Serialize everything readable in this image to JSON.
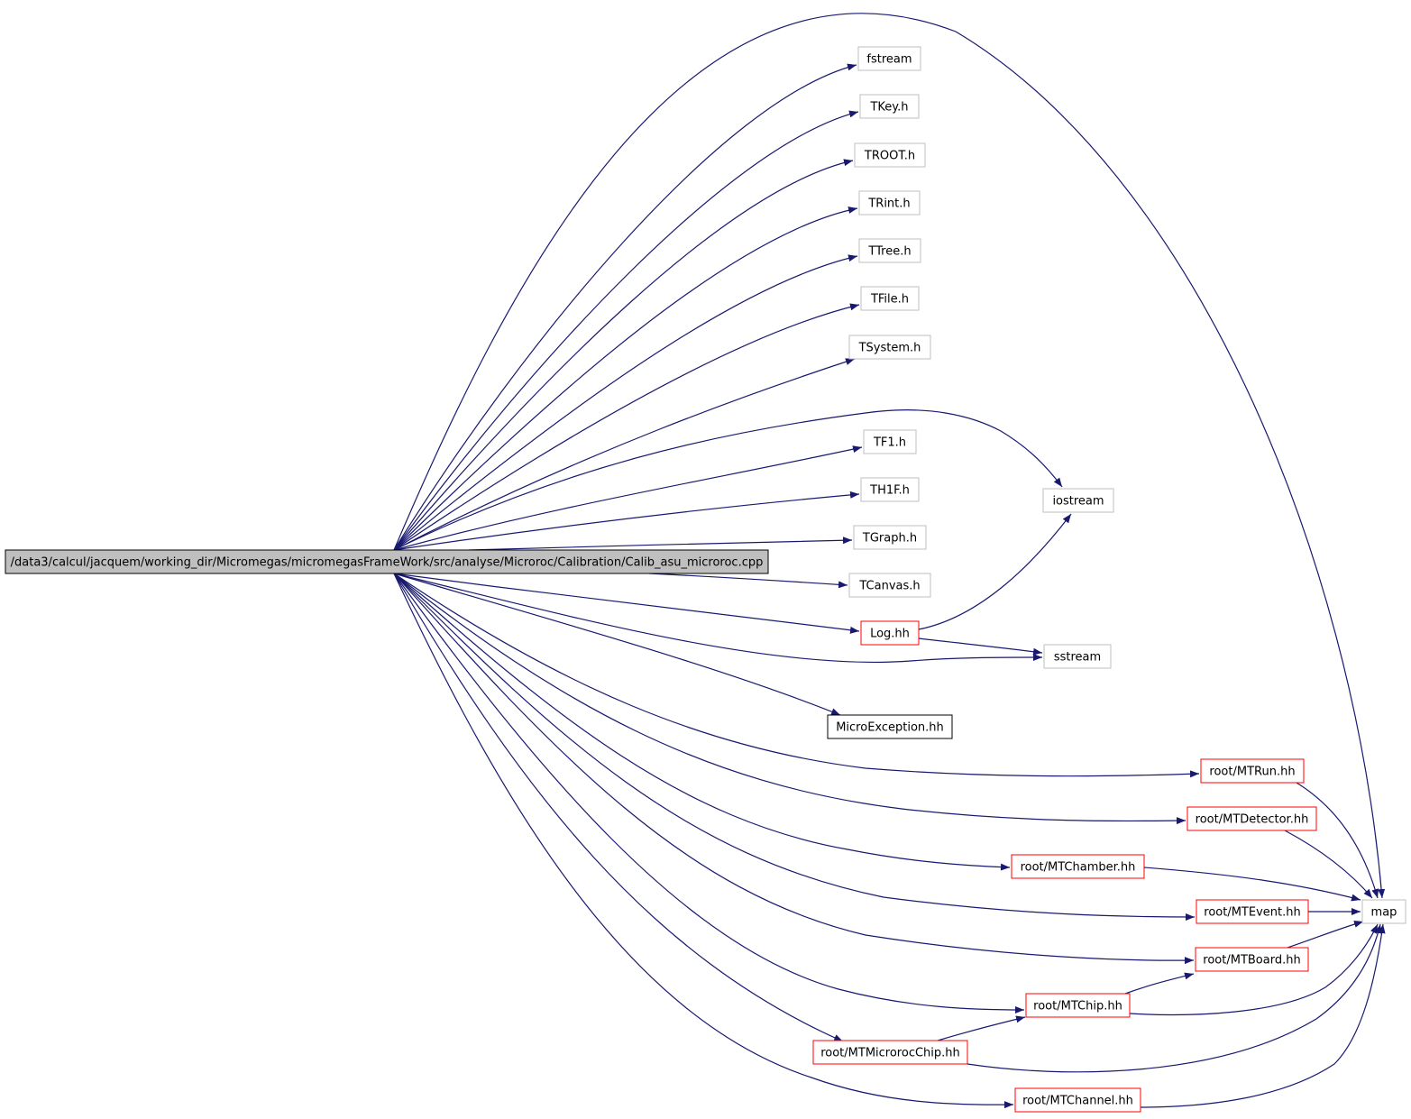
{
  "colors": {
    "edge": "#191970",
    "root_fill": "#bfbfbf",
    "root_border": "#000000",
    "external_border": "#bfbfbf",
    "has_deps_border": "#ff0000",
    "documented_border": "#000000"
  },
  "nodes": [
    {
      "id": "root",
      "label": "/data3/calcul/jacquem/working_dir/Micromegas/micromegasFrameWork/src/analyse/Microroc/Calibration/Calib_asu_microroc.cpp",
      "kind": "root"
    },
    {
      "id": "fstream",
      "label": "fstream",
      "kind": "external"
    },
    {
      "id": "tkey",
      "label": "TKey.h",
      "kind": "external"
    },
    {
      "id": "troot",
      "label": "TROOT.h",
      "kind": "external"
    },
    {
      "id": "trint",
      "label": "TRint.h",
      "kind": "external"
    },
    {
      "id": "ttree",
      "label": "TTree.h",
      "kind": "external"
    },
    {
      "id": "tfile",
      "label": "TFile.h",
      "kind": "external"
    },
    {
      "id": "tsystem",
      "label": "TSystem.h",
      "kind": "external"
    },
    {
      "id": "tf1",
      "label": "TF1.h",
      "kind": "external"
    },
    {
      "id": "th1f",
      "label": "TH1F.h",
      "kind": "external"
    },
    {
      "id": "tgraph",
      "label": "TGraph.h",
      "kind": "external"
    },
    {
      "id": "tcanvas",
      "label": "TCanvas.h",
      "kind": "external"
    },
    {
      "id": "log",
      "label": "Log.hh",
      "kind": "has_deps"
    },
    {
      "id": "microexc",
      "label": "MicroException.hh",
      "kind": "documented"
    },
    {
      "id": "iostream",
      "label": "iostream",
      "kind": "external"
    },
    {
      "id": "sstream",
      "label": "sstream",
      "kind": "external"
    },
    {
      "id": "mtrun",
      "label": "root/MTRun.hh",
      "kind": "has_deps"
    },
    {
      "id": "mtdetector",
      "label": "root/MTDetector.hh",
      "kind": "has_deps"
    },
    {
      "id": "mtchamber",
      "label": "root/MTChamber.hh",
      "kind": "has_deps"
    },
    {
      "id": "mtevent",
      "label": "root/MTEvent.hh",
      "kind": "has_deps"
    },
    {
      "id": "mtboard",
      "label": "root/MTBoard.hh",
      "kind": "has_deps"
    },
    {
      "id": "mtchip",
      "label": "root/MTChip.hh",
      "kind": "has_deps"
    },
    {
      "id": "mtmicroroc",
      "label": "root/MTMicrorocChip.hh",
      "kind": "has_deps"
    },
    {
      "id": "mtchannel",
      "label": "root/MTChannel.hh",
      "kind": "has_deps"
    },
    {
      "id": "map",
      "label": "map",
      "kind": "external"
    }
  ],
  "edges": [
    [
      "root",
      "map"
    ],
    [
      "root",
      "fstream"
    ],
    [
      "root",
      "tkey"
    ],
    [
      "root",
      "troot"
    ],
    [
      "root",
      "trint"
    ],
    [
      "root",
      "ttree"
    ],
    [
      "root",
      "tfile"
    ],
    [
      "root",
      "tsystem"
    ],
    [
      "root",
      "iostream"
    ],
    [
      "root",
      "tf1"
    ],
    [
      "root",
      "th1f"
    ],
    [
      "root",
      "tgraph"
    ],
    [
      "root",
      "tcanvas"
    ],
    [
      "root",
      "log"
    ],
    [
      "root",
      "sstream"
    ],
    [
      "root",
      "microexc"
    ],
    [
      "root",
      "mtrun"
    ],
    [
      "root",
      "mtdetector"
    ],
    [
      "root",
      "mtchamber"
    ],
    [
      "root",
      "mtevent"
    ],
    [
      "root",
      "mtboard"
    ],
    [
      "root",
      "mtchip"
    ],
    [
      "root",
      "mtmicroroc"
    ],
    [
      "root",
      "mtchannel"
    ],
    [
      "log",
      "iostream"
    ],
    [
      "log",
      "sstream"
    ],
    [
      "mtrun",
      "map"
    ],
    [
      "mtdetector",
      "map"
    ],
    [
      "mtchamber",
      "map"
    ],
    [
      "mtevent",
      "map"
    ],
    [
      "mtboard",
      "map"
    ],
    [
      "mtchip",
      "mtboard"
    ],
    [
      "mtchip",
      "map"
    ],
    [
      "mtmicroroc",
      "mtchip"
    ],
    [
      "mtmicroroc",
      "map"
    ],
    [
      "mtchannel",
      "map"
    ]
  ]
}
